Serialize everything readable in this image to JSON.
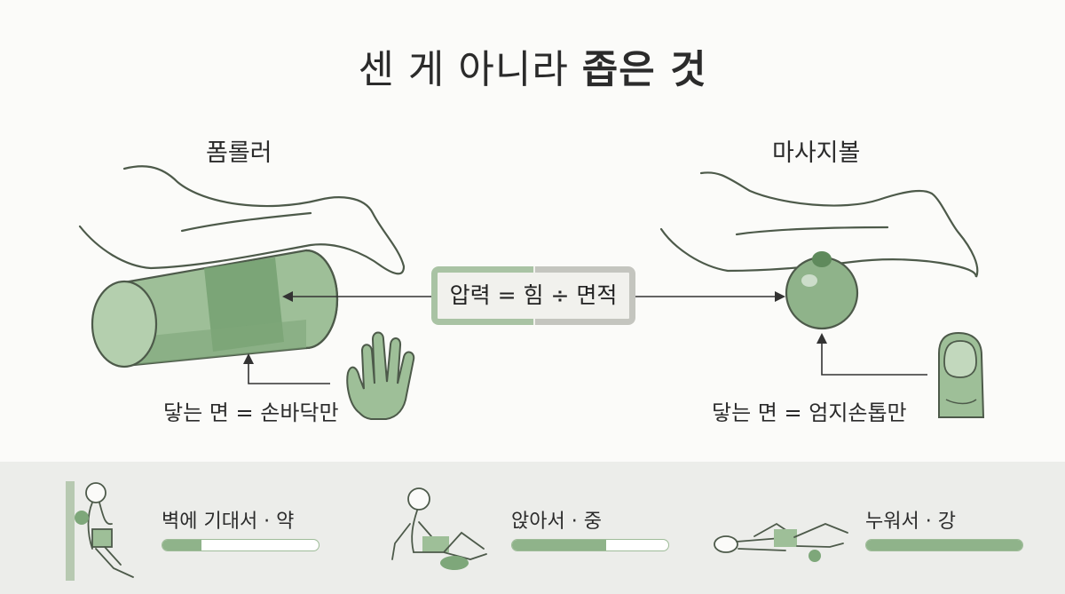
{
  "title": {
    "normal": "센 게 아니라 ",
    "strong": "좁은 것"
  },
  "foam_roller": {
    "label": "폼롤러",
    "contact": "닿는 면 = 손바닥만"
  },
  "massage_ball": {
    "label": "마사지볼",
    "contact": "닿는 면 = 엄지손톱만"
  },
  "formula": "압력 = 힘 ÷ 면적",
  "levels": [
    {
      "label": "벽에 기대서 · 약",
      "level": 0.25
    },
    {
      "label": "앉아서 · 중",
      "level": 0.6
    },
    {
      "label": "누워서 · 강",
      "level": 1.0
    }
  ],
  "colors": {
    "accent_green": "#8fb38a",
    "dark_green": "#5f8a5c",
    "outline": "#4d5a4a",
    "panel": "#ecedea"
  }
}
